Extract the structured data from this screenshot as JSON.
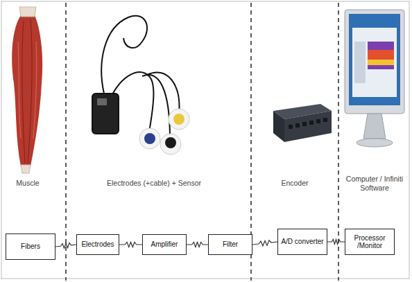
{
  "diagram": {
    "nodes": [
      {
        "text": [
          "Fibers"
        ]
      },
      {
        "text": [
          "Electrodes"
        ]
      },
      {
        "text": [
          "Amplifier"
        ]
      },
      {
        "text": [
          "Filter"
        ]
      },
      {
        "text": [
          "A/D converter"
        ]
      },
      {
        "text": [
          "Processor /Monitor"
        ]
      }
    ],
    "edges": [
      {
        "from": 0,
        "to": 1,
        "arrow": "none"
      },
      {
        "from": 1,
        "to": 2,
        "arrow": "none"
      },
      {
        "from": 2,
        "to": 3,
        "arrow": "none"
      },
      {
        "from": 3,
        "to": 4,
        "arrow": "none"
      },
      {
        "from": 4,
        "to": 5,
        "arrow": "none"
      }
    ],
    "labels": [
      "Muscle",
      "Electrodes (+cable) + Sensor",
      "Encoder",
      "Computer / Infiniti Software"
    ]
  }
}
